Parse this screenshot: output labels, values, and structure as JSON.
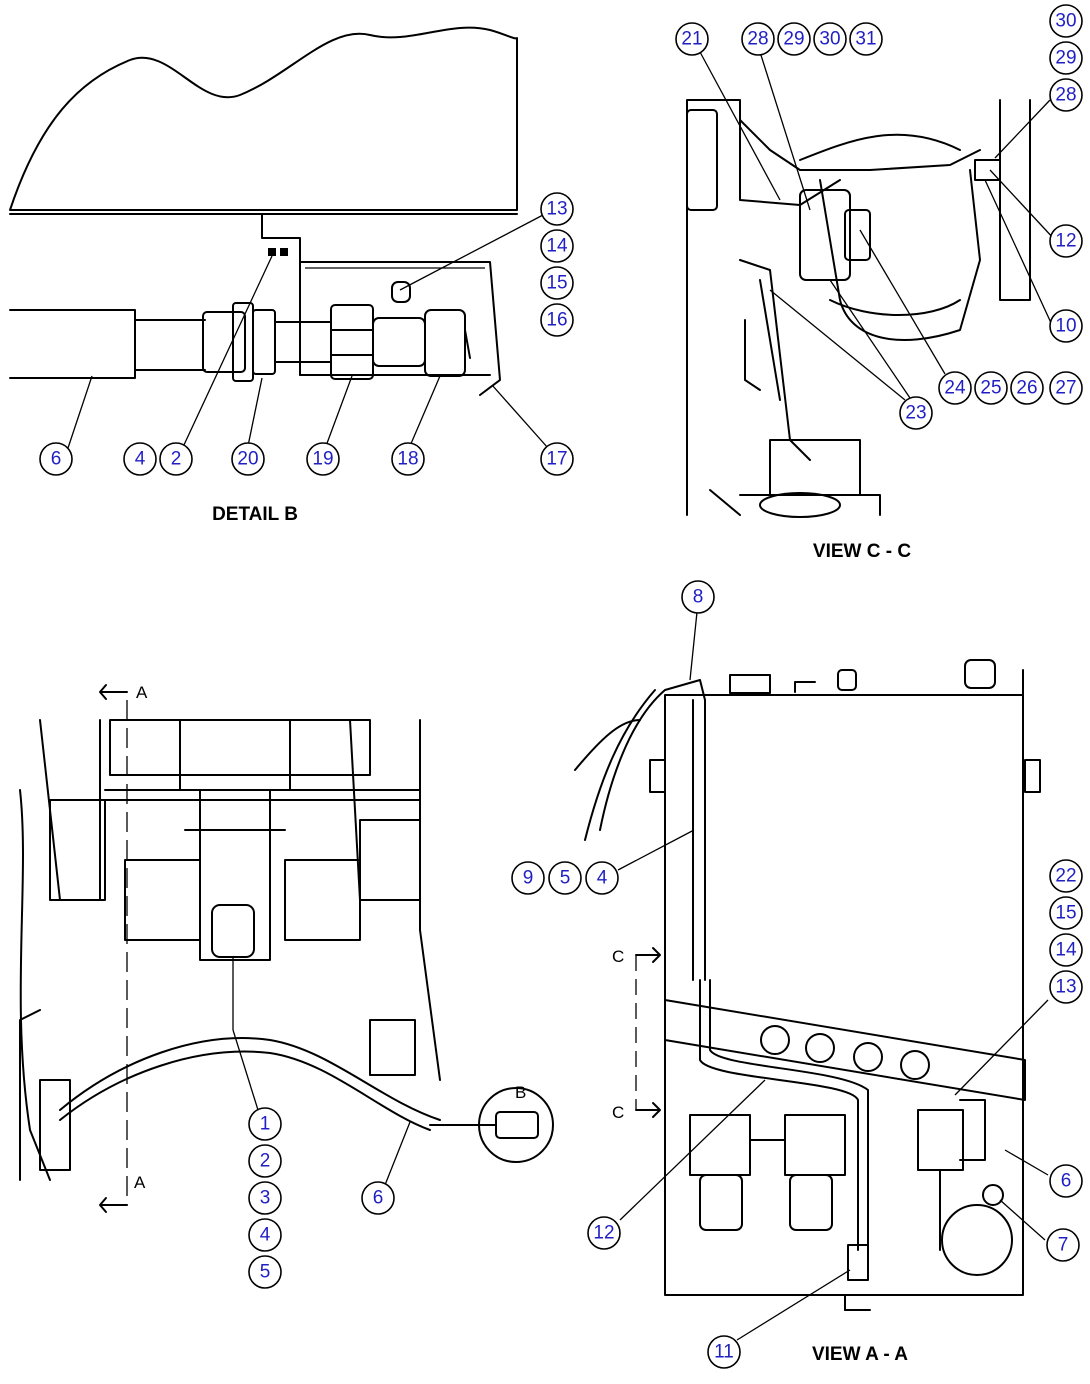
{
  "captions": {
    "detail_b": "DETAIL B",
    "view_cc": "VIEW C - C",
    "view_aa": "VIEW A - A"
  },
  "section_marks": {
    "a_top": "A",
    "a_bottom": "A",
    "c_top": "C",
    "c_bottom": "C",
    "detail_b_ref": "B"
  },
  "callouts": {
    "detail_b": [
      "13",
      "14",
      "15",
      "16",
      "6",
      "4",
      "2",
      "20",
      "19",
      "18",
      "17"
    ],
    "view_cc": [
      "21",
      "28",
      "29",
      "30",
      "31",
      "30",
      "29",
      "28",
      "12",
      "10",
      "24",
      "25",
      "26",
      "27",
      "23"
    ],
    "main_view": [
      "1",
      "2",
      "3",
      "4",
      "5",
      "6"
    ],
    "view_aa": [
      "8",
      "9",
      "5",
      "4",
      "22",
      "15",
      "14",
      "13",
      "6",
      "7",
      "12",
      "11"
    ]
  }
}
